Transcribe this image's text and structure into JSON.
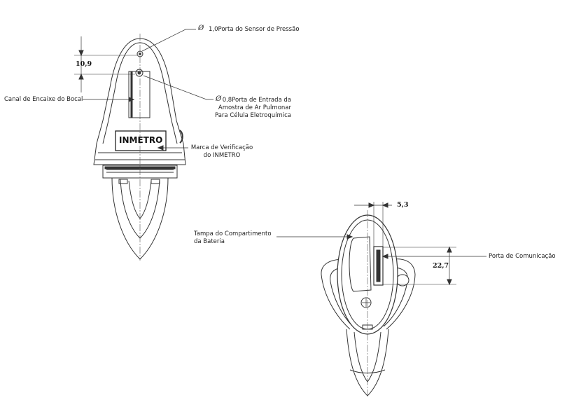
{
  "front_view": {
    "pressure_port": {
      "symbol": "Ø",
      "label": "1,0Porta do Sensor de Pressão"
    },
    "sample_port": {
      "symbol": "Ø",
      "lines": [
        "0,8Porta de Entrada da",
        "Amostra de Ar Pulmonar",
        "Para Célula Eletroquímica"
      ]
    },
    "mouthpiece_channel": "Canal de Encaixe do Bocal",
    "inmetro_badge": "INMETRO",
    "inmetro_mark": {
      "lines": [
        "Marca de Verificação",
        "do INMETRO"
      ]
    },
    "dimension_height": "10,9"
  },
  "rear_view": {
    "dimension_width": "5,3",
    "battery_cover": {
      "lines": [
        "Tampa do Compartimento",
        "da Bateria"
      ]
    },
    "comm_port": "Porta de Comunicação",
    "dimension_height": "22,7"
  }
}
